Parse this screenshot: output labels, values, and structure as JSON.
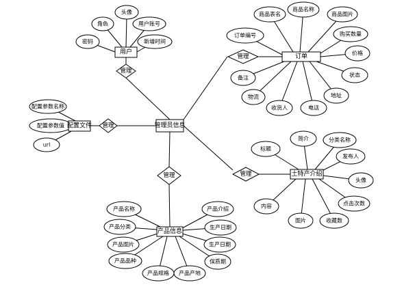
{
  "entities": {
    "user": "用户",
    "admin_info": "管理员信息",
    "order": "订单",
    "config_file": "配置文件",
    "product_info": "产品信息",
    "farmer_intro": "土特产介绍"
  },
  "relationships": {
    "user_rel": "管理",
    "order_rel": "管理",
    "config_rel": "管理",
    "product_rel": "管理",
    "farmer_rel": "管理"
  },
  "attributes": {
    "user": [
      "头像",
      "用户账号",
      "角色",
      "密码",
      "新增时间"
    ],
    "order": [
      "商品名称",
      "商品表名",
      "商品图片",
      "订单编号",
      "购买数量",
      "价格",
      "状态",
      "备注",
      "物流",
      "收货人",
      "电话",
      "地址"
    ],
    "config": [
      "配置参数名称",
      "配置参数值",
      "url"
    ],
    "product": [
      "产品名称",
      "产品分类",
      "产品图片",
      "产品品种",
      "产品规格",
      "产品产地",
      "产品介绍",
      "生产日期",
      "生产日期",
      "保质期"
    ],
    "farmer": [
      "标题",
      "简介",
      "分类名称",
      "发布人",
      "头像",
      "点击次数",
      "收藏数",
      "图片",
      "内容"
    ]
  }
}
